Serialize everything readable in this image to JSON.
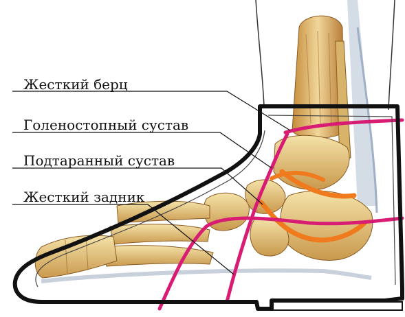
{
  "labels": {
    "rigid_cuff": "Жесткий берц",
    "ankle_joint": "Голеностопный сустав",
    "subtalar_joint": "Подтаранный сустав",
    "rigid_heel_counter": "Жесткий задник"
  },
  "colors": {
    "shoe_outline": "#111111",
    "joint_line_magenta": "#d81b73",
    "joint_line_orange": "#f07a1e",
    "bone": "#e8cf8e",
    "bone_shadow": "#b5853e",
    "tendon": "#b8c6d6",
    "leader_line": "#111111"
  }
}
